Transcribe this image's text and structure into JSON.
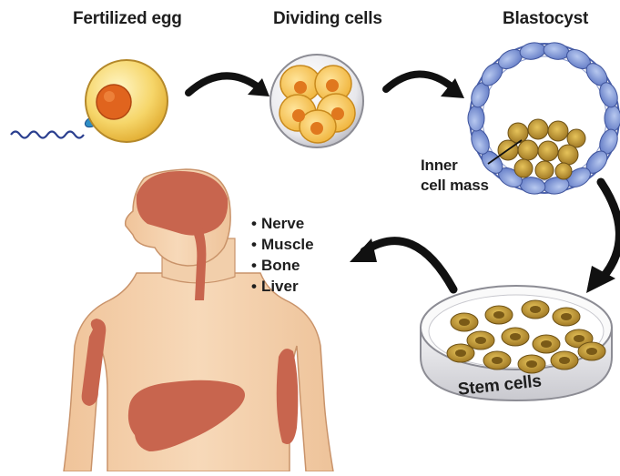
{
  "labels": {
    "fertilized_egg": "Fertilized egg",
    "dividing_cells": "Dividing cells",
    "blastocyst": "Blastocyst",
    "inner_cell_mass_line1": "Inner",
    "inner_cell_mass_line2": "cell mass",
    "stem_cells": "Stem cells"
  },
  "cell_types": [
    "Nerve",
    "Muscle",
    "Bone",
    "Liver"
  ],
  "colors": {
    "egg_fill": "#f6d66a",
    "egg_nucleus": "#e0641e",
    "blastocyst_outer": "#6f86c9",
    "stem_cell": "#b9902e",
    "body_skin": "#f4cfa8",
    "organ": "#c8654e",
    "arrow": "#111111"
  }
}
